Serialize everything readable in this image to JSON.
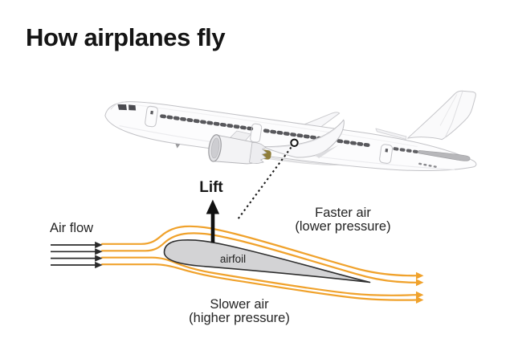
{
  "title": "How airplanes fly",
  "diagram": {
    "lift_label": "Lift",
    "airflow_label": "Air flow",
    "airfoil_label": "airfoil",
    "faster_air": {
      "line1": "Faster air",
      "line2": "(lower pressure)"
    },
    "slower_air": {
      "line1": "Slower air",
      "line2": "(higher pressure)"
    }
  },
  "colors": {
    "background": "#ffffff",
    "streamline_orange": "#F0A22C",
    "airfoil_fill": "#d3d3d5",
    "airfoil_outline": "#2e2e2e",
    "flow_arrow_black": "#2b2b2b",
    "lift_arrow_black": "#111111",
    "text_dark": "#141414",
    "airplane_outline_gray": "#c2c2c6"
  }
}
